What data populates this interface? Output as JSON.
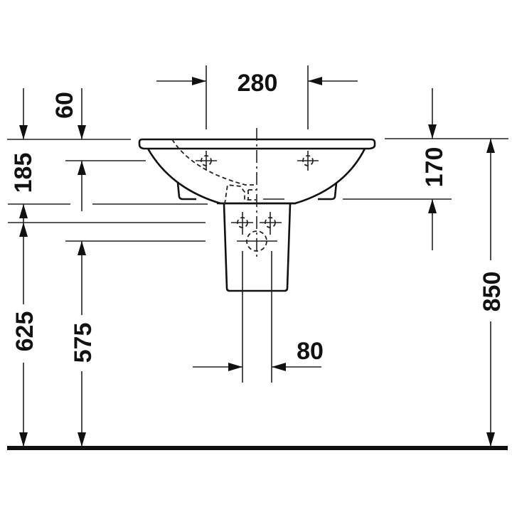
{
  "drawing": {
    "type": "technical-dimension-drawing",
    "subject": "wall-mounted washbasin with semi-pedestal (front view)",
    "units": "mm",
    "colors": {
      "line": "#111111",
      "background": "#ffffff"
    }
  },
  "dimensions": {
    "tap_hole_spacing": "280",
    "top_offset_left": "60",
    "basin_depth_left": "185",
    "basin_depth_right": "170",
    "height_to_lower_edge": "625",
    "height_to_outlet": "575",
    "pedestal_pipe_spacing": "80",
    "total_height": "850"
  }
}
